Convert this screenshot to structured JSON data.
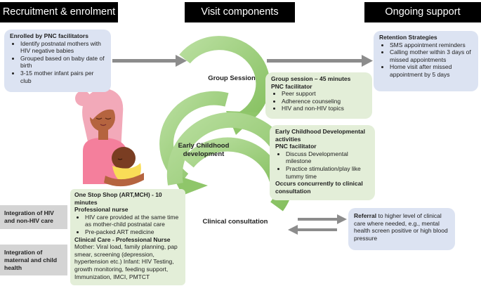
{
  "headers": {
    "recruitment": "Recruitment & enrolment",
    "visit": "Visit components",
    "ongoing": "Ongoing support"
  },
  "enrolled": {
    "title": "Enrolled by PNC facilitators",
    "items": [
      "Identify postnatal mothers with HIV negative babies",
      "Grouped  based on baby date of birth",
      "3-15 mother infant pairs per club"
    ]
  },
  "retention": {
    "title": "Retention Strategies",
    "items": [
      "SMS appointment reminders",
      "Calling mother within 3 days of missed appointments",
      "Home visit after missed appointment  by 5 days"
    ]
  },
  "rings": {
    "group": "Group Session",
    "early": "Early Childhood development",
    "clinical": "Clinical consultation"
  },
  "group_box": {
    "title": "Group session – 45 minutes",
    "subtitle": "PNC facilitator",
    "items": [
      "Peer support",
      "Adherence counseling",
      "HIV and non-HIV  topics"
    ]
  },
  "early_box": {
    "title": "Early Childhood Developmental activities",
    "subtitle": "PNC facilitator",
    "items": [
      "Discuss Developmental milestone",
      "Practice stimulation/play like tummy time"
    ],
    "footer": "Occurs concurrently to clinical consultation"
  },
  "referral": {
    "bold": "Referral",
    "text": " to higher level of clinical care where needed, e.g., mental health screen positive or high blood pressure"
  },
  "one_stop": {
    "title": "One Stop Shop (ART,MCH) - 10 minutes",
    "subtitle": "Professional nurse",
    "items": [
      "HIV care provided at the same time as mother-child postnatal care",
      "Pre-packed ART medicine"
    ],
    "clinical_title": "Clinical Care - Professional Nurse",
    "clinical_text": "Mother: Viral load, family planning, pap smear, screening (depression, hypertension etc.) Infant: HIV Testing, growth monitoring, feeding support, Immunization,  IMCI, PMTCT"
  },
  "side_labels": {
    "integration_hiv": "Integration of HIV and non-HIV care",
    "integration_mch": "Integration of maternal and child health"
  },
  "colors": {
    "header_bg": "#000000",
    "blue_box": "#dce3f2",
    "green_box": "#e3eed8",
    "gray_box": "#d4d4d4",
    "ring_green": "#9ccf7a",
    "arrow_gray": "#8c8c8c"
  },
  "icons": [
    "mother-baby-icon",
    "cycle-arrow-icon"
  ]
}
